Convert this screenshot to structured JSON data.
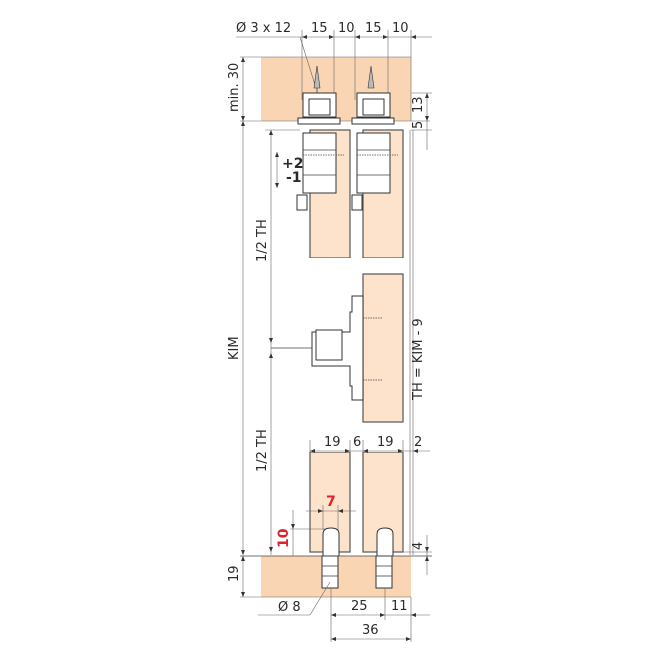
{
  "diagram": {
    "type": "technical-drawing",
    "subject": "sliding door hardware cross-section",
    "colors": {
      "wood_dark": "#f9d5b3",
      "wood_light": "#fde3cc",
      "line": "#444444",
      "highlight_dim": "#e0202a"
    },
    "top_dims": {
      "screw": "Ø 3 x 12",
      "d1": "15",
      "d2": "10",
      "d3": "15",
      "d4": "10"
    },
    "left_dims": {
      "min30": "min. 30",
      "kim": "KIM",
      "half_th_upper": "1/2 TH",
      "half_th_lower": "1/2 TH",
      "adjust_plus": "+2",
      "adjust_minus": "-1",
      "red_10": "10",
      "bottom_19": "19"
    },
    "right_dims": {
      "d13": "13",
      "d5": "5",
      "th_formula": "TH = KIM - 9",
      "d4": "4"
    },
    "middle_dims": {
      "w19a": "19",
      "gap6": "6",
      "w19b": "19",
      "edge2": "2",
      "red_7": "7"
    },
    "bottom_dims": {
      "dia8": "Ø 8",
      "d25": "25",
      "d11": "11",
      "d36": "36"
    }
  }
}
